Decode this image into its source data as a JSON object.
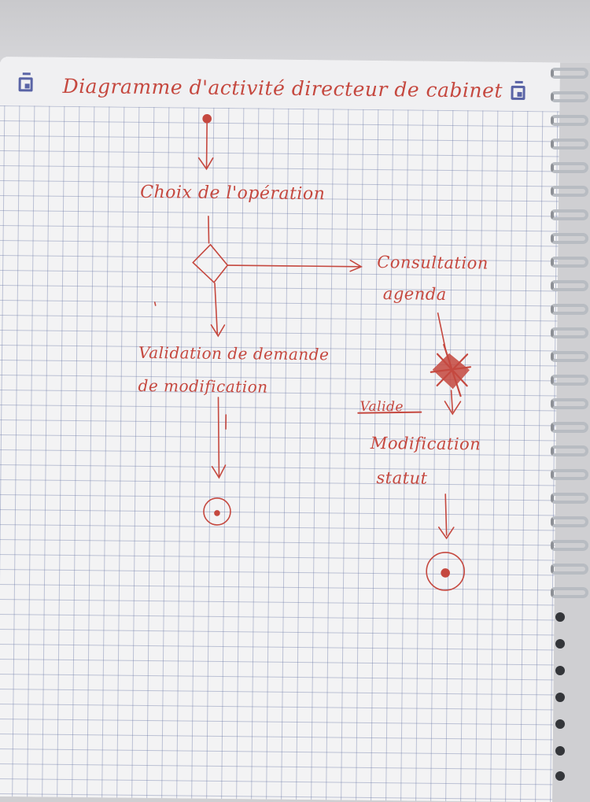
{
  "page": {
    "title": "Diagramme d'activité directeur de cabinet"
  },
  "diagram": {
    "nodes": {
      "choice": "Choix de l'opération",
      "validation_line1": "Validation de demande",
      "validation_line2": "de modification",
      "consultation_line1": "Consultation",
      "consultation_line2": "agenda",
      "struck_word": "Valide",
      "modification_line1": "Modification",
      "modification_line2": "statut"
    }
  },
  "colors": {
    "ink": "#c5483f",
    "grid": "#5f6ea0",
    "logo": "#5a64a6"
  }
}
